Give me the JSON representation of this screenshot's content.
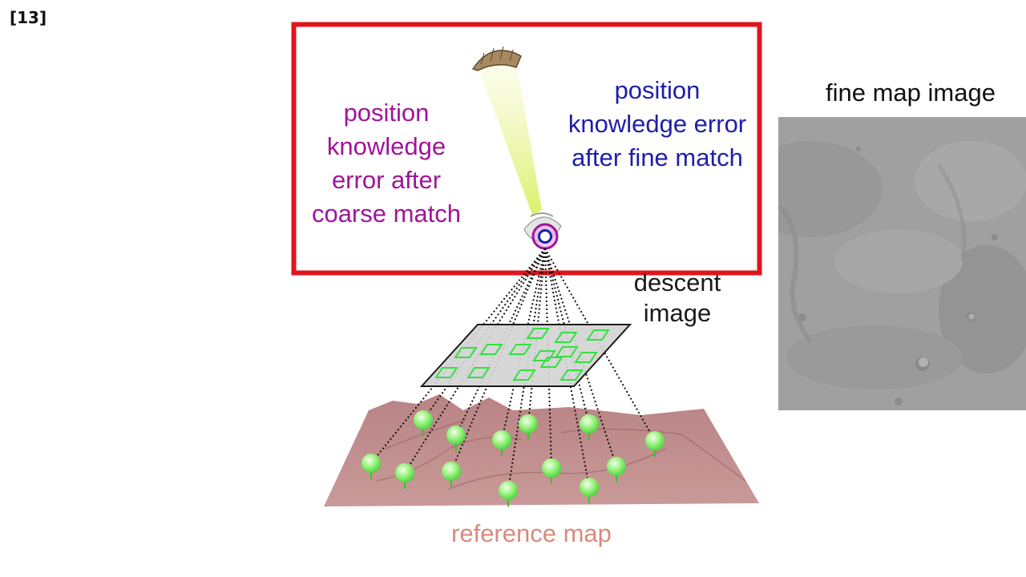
{
  "slide": {
    "ref_number": "[13]"
  },
  "labels": {
    "coarse": "position knowledge error after coarse match",
    "fine": "position knowledge error after fine match",
    "descent": "descent image",
    "fine_map": "fine map image",
    "reference_map": "reference map"
  },
  "colors": {
    "highlight_box": "#e0141c",
    "coarse_text": "#a0149a",
    "fine_text": "#1e1ea8",
    "reference_map_text": "#d88a7c",
    "feature_marker": "#66ee55"
  },
  "icons": [
    "parachute-icon",
    "lander-icon",
    "error-ellipse-icon"
  ]
}
